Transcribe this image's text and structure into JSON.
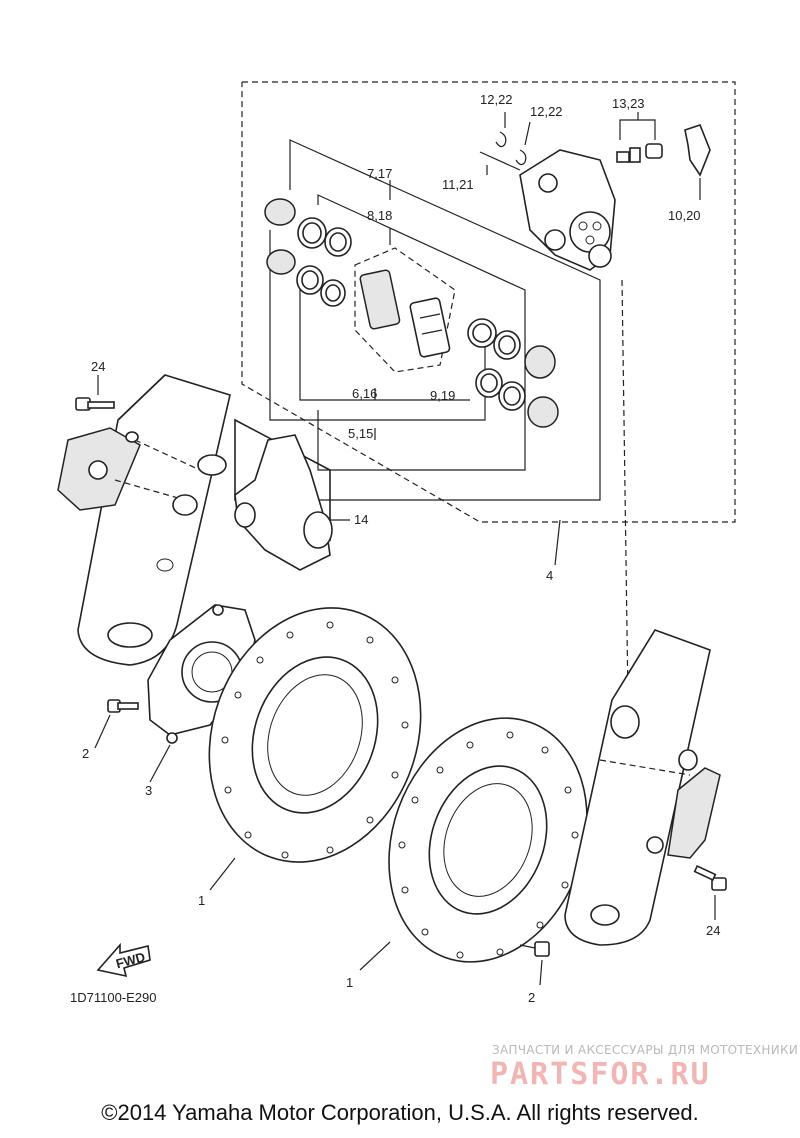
{
  "callouts": {
    "c1a": "1",
    "c1b": "1",
    "c2a": "2",
    "c2b": "2",
    "c3": "3",
    "c4": "4",
    "c5_15": "5,15",
    "c6_16": "6,16",
    "c7_17": "7,17",
    "c8_18": "8,18",
    "c9_19": "9,19",
    "c10_20": "10,20",
    "c11_21": "11,21",
    "c12_22a": "12,22",
    "c12_22b": "12,22",
    "c13_23": "13,23",
    "c14": "14",
    "c24a": "24",
    "c24b": "24"
  },
  "fwd_label": "FWD",
  "diagram_code": "1D71100-E290",
  "watermark": {
    "subtitle": "ЗАПЧАСТИ И АКСЕССУАРЫ ДЛЯ МОТОТЕХНИКИ",
    "logo": "PARTSFOR.RU"
  },
  "copyright": "©2014 Yamaha Motor Corporation, U.S.A. All rights reserved."
}
